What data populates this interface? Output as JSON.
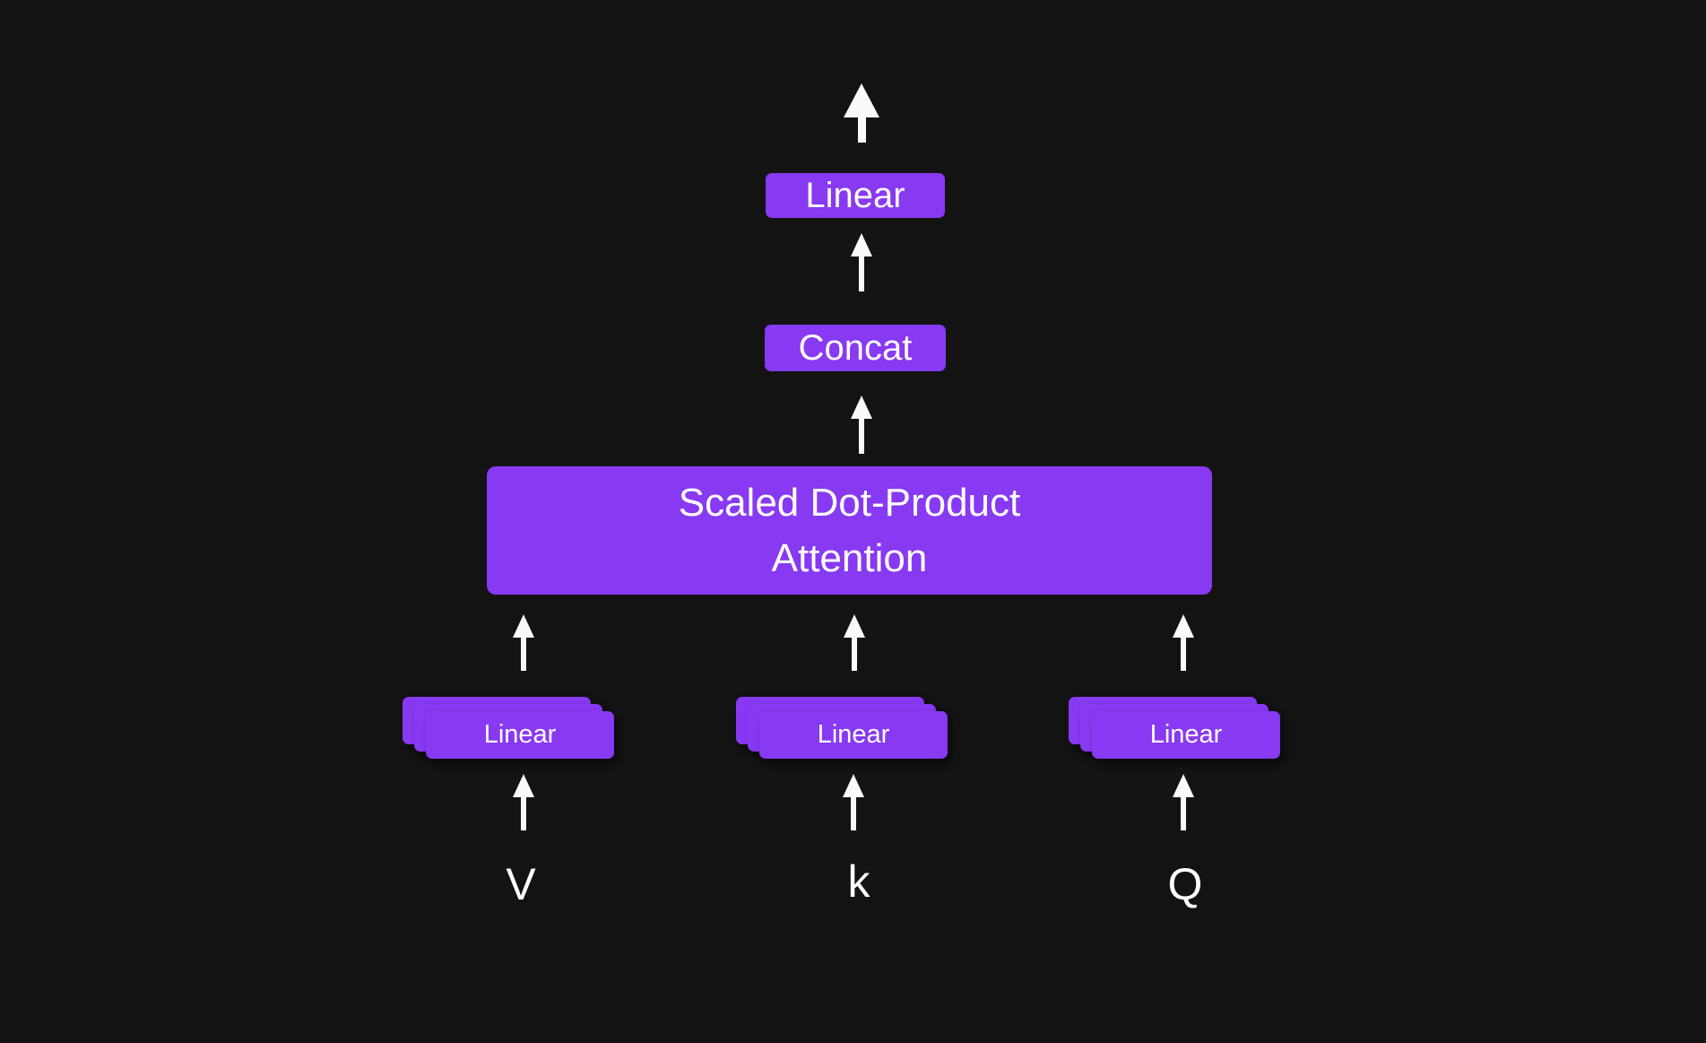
{
  "colors": {
    "bg": "#131313",
    "purple": "#8839F2",
    "text": "#FFFFFF",
    "arrow": "#FAFAFA"
  },
  "diagram": {
    "output_linear": {
      "label": "Linear"
    },
    "concat": {
      "label": "Concat"
    },
    "attention": {
      "line1": "Scaled Dot-Product",
      "line2": "Attention"
    },
    "head_linear_v": {
      "label": "Linear"
    },
    "head_linear_k": {
      "label": "Linear"
    },
    "head_linear_q": {
      "label": "Linear"
    },
    "inputs": {
      "v": "V",
      "k": "k",
      "q": "Q"
    }
  }
}
